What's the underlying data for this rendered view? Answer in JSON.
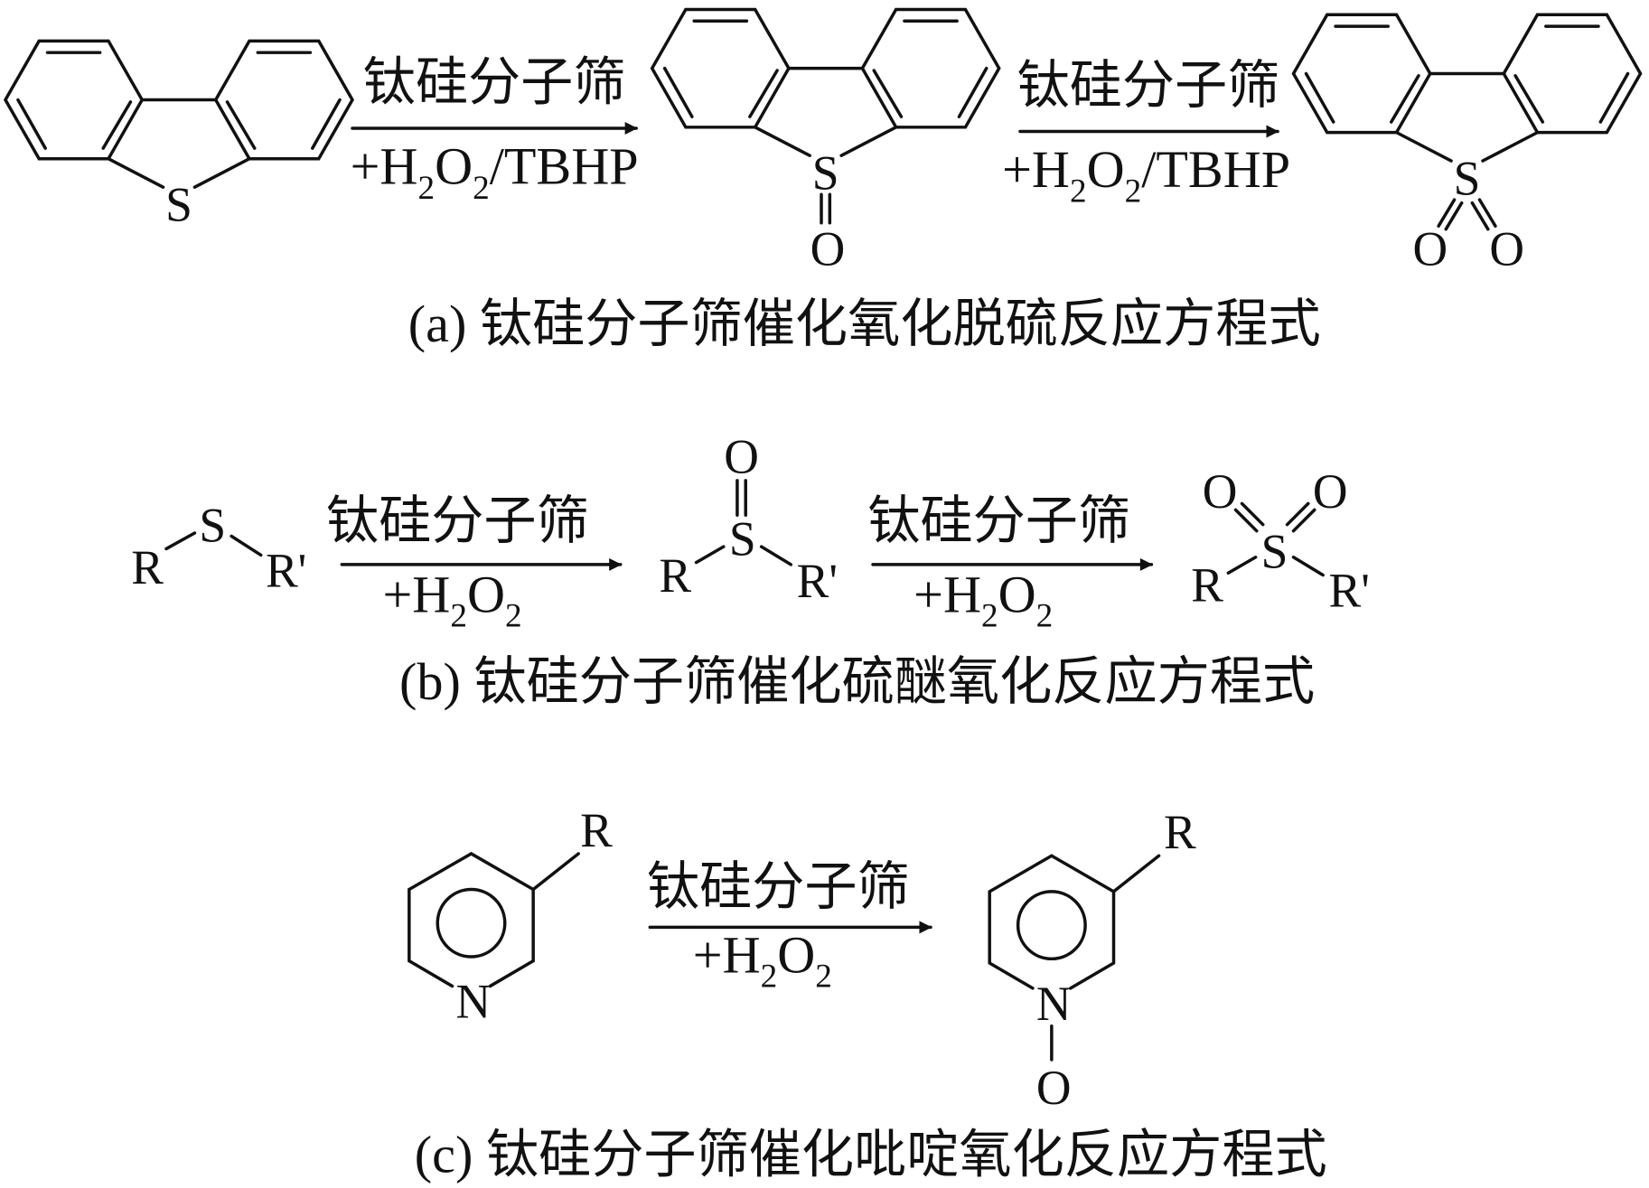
{
  "catalyst": "钛硅分子筛",
  "reagent_a": {
    "prefix": "+H",
    "sub1": "2",
    "mid": "O",
    "sub2": "2",
    "suffix": "/TBHP"
  },
  "reagent_bc": {
    "prefix": "+H",
    "sub1": "2",
    "mid": "O",
    "sub2": "2"
  },
  "atoms": {
    "S": "S",
    "O": "O",
    "N": "N",
    "R": "R",
    "R_prime": "R'"
  },
  "captions": {
    "a": "(a) 钛硅分子筛催化氧化脱硫反应方程式",
    "b": "(b) 钛硅分子筛催化硫醚氧化反应方程式",
    "c": "(c) 钛硅分子筛催化吡啶氧化反应方程式"
  }
}
